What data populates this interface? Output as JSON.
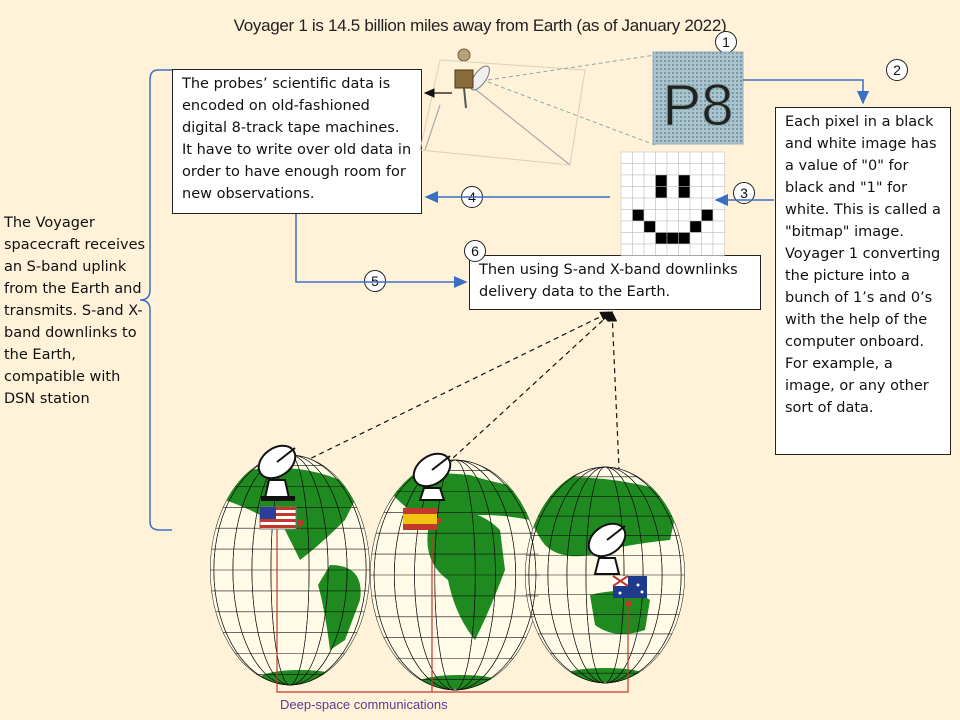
{
  "title": "Voyager 1 is  14.5 billion miles away from Earth (as of January 2022)",
  "side_text": "The Voyager spacecraft receives an S-band uplink from the Earth and transmits. S-and X-band downlinks to the Earth, compatible with DSN station",
  "box_tape": "The probes’ scientific data is encoded on old-fashioned digital 8-track tape machines. It have to write over old data in order to have enough room for new observations.",
  "box_bitmap": "Each pixel in a black and white image has a value of \"0\" for black and \"1\" for white. This is called a \"bitmap\" image. Voyager 1 converting the picture into a bunch of 1’s and 0’s with the help of the computer onboard. For example, a image, or any other sort of data.",
  "box_downlink": "Then using S-and X-band downlinks delivery data to the Earth.",
  "step_numbers": [
    "1",
    "2",
    "3",
    "4",
    "5",
    "6"
  ],
  "pixel_image_text": "P8",
  "caption": "Deep-space communications",
  "colors": {
    "background": "#fff2d9",
    "land": "#1f8a1f",
    "arrow_blue": "#3b6fc4",
    "station_lines": "#c0392b",
    "caption": "#5b3d8a"
  },
  "icons": [
    "voyager-probe-icon",
    "dish-antenna-icon",
    "usa-flag-icon",
    "spain-flag-icon",
    "australia-flag-icon"
  ]
}
